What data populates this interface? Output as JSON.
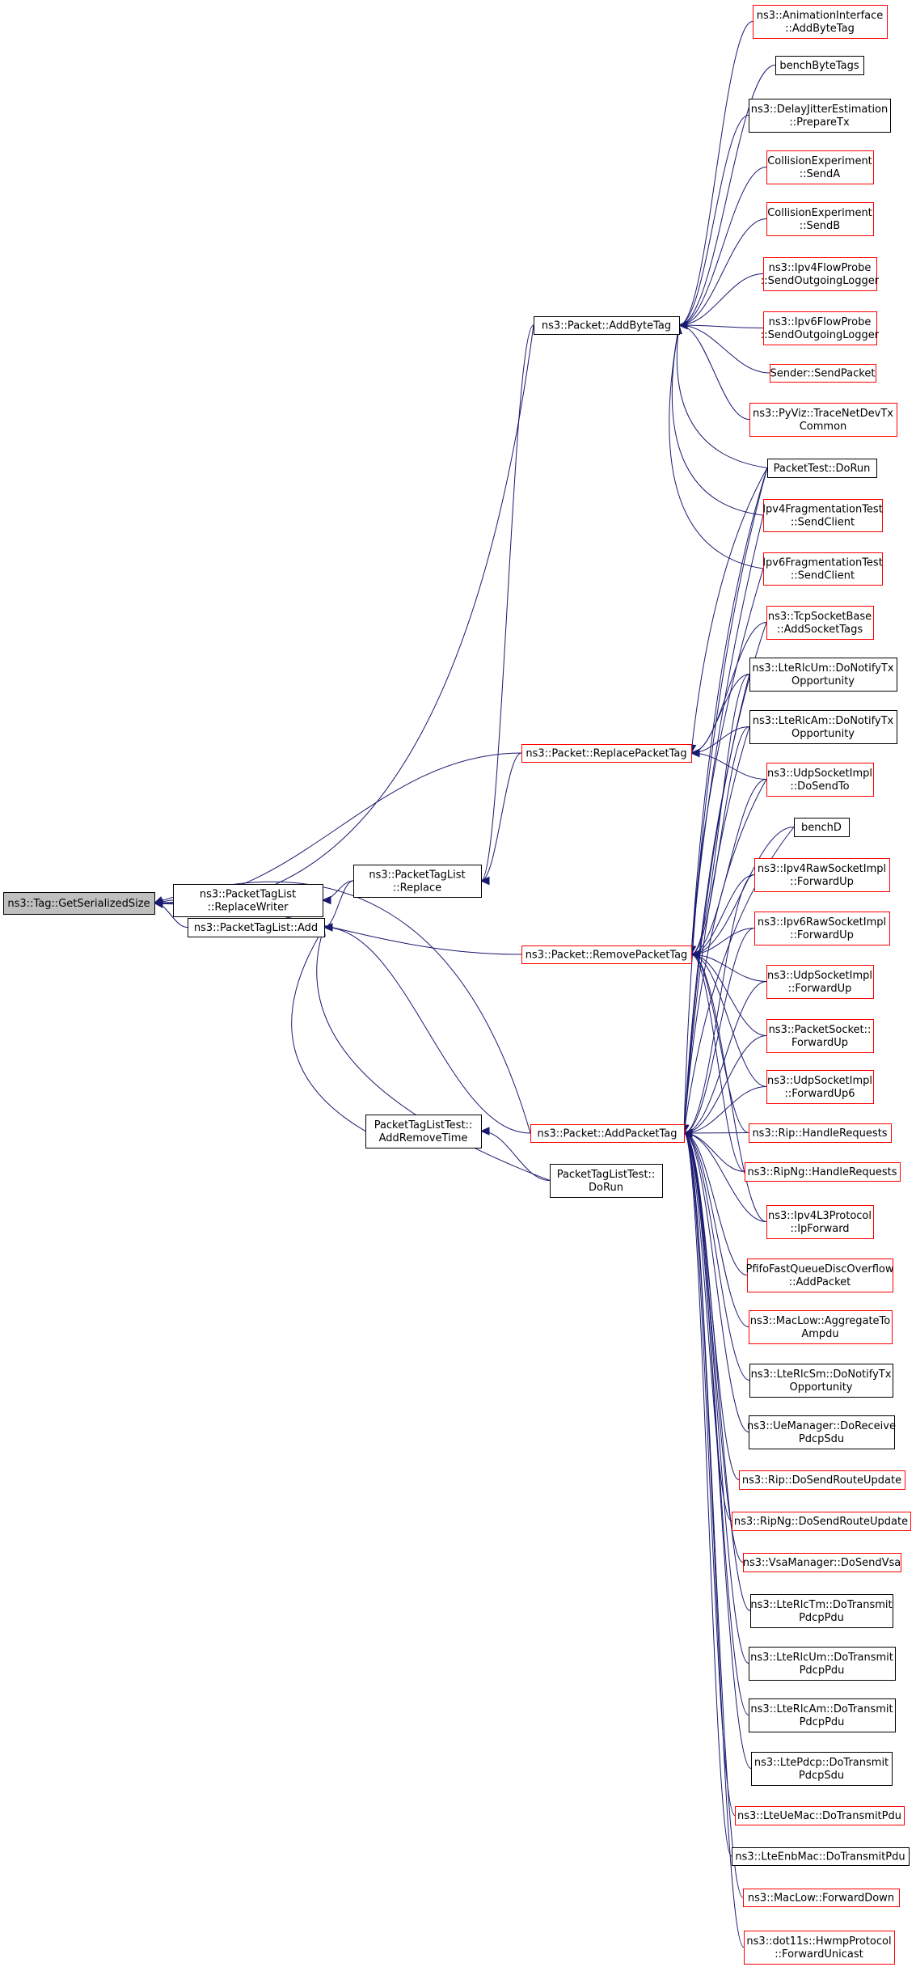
{
  "colors": {
    "edge": "#191970",
    "border_black": "#000000",
    "border_red": "#ff0000",
    "root_fill": "#bfbfbf",
    "node_fill": "#ffffff"
  },
  "nodes": [
    {
      "id": "n0",
      "lines": [
        "ns3::Tag::GetSerializedSize"
      ],
      "border": "black",
      "root": true
    },
    {
      "id": "n1",
      "lines": [
        "ns3::PacketTagList",
        "::ReplaceWriter"
      ],
      "border": "black"
    },
    {
      "id": "n2",
      "lines": [
        "ns3::PacketTagList::Add"
      ],
      "border": "black"
    },
    {
      "id": "n3",
      "lines": [
        "ns3::PacketTagList",
        "::Replace"
      ],
      "border": "black"
    },
    {
      "id": "n4",
      "lines": [
        "PacketTagListTest::",
        "AddRemoveTime"
      ],
      "border": "black"
    },
    {
      "id": "n5",
      "lines": [
        "PacketTagListTest::",
        "DoRun"
      ],
      "border": "black"
    },
    {
      "id": "n6",
      "lines": [
        "ns3::Packet::AddByteTag"
      ],
      "border": "black"
    },
    {
      "id": "n7",
      "lines": [
        "ns3::Packet::ReplacePacketTag"
      ],
      "border": "red"
    },
    {
      "id": "n8",
      "lines": [
        "ns3::Packet::RemovePacketTag"
      ],
      "border": "red"
    },
    {
      "id": "n9",
      "lines": [
        "ns3::Packet::AddPacketTag"
      ],
      "border": "red"
    },
    {
      "id": "t0",
      "lines": [
        "ns3::AnimationInterface",
        "::AddByteTag"
      ],
      "border": "red"
    },
    {
      "id": "t1",
      "lines": [
        "benchByteTags"
      ],
      "border": "black"
    },
    {
      "id": "t2",
      "lines": [
        "ns3::DelayJitterEstimation",
        "::PrepareTx"
      ],
      "border": "black"
    },
    {
      "id": "t3",
      "lines": [
        "CollisionExperiment",
        "::SendA"
      ],
      "border": "red"
    },
    {
      "id": "t4",
      "lines": [
        "CollisionExperiment",
        "::SendB"
      ],
      "border": "red"
    },
    {
      "id": "t5",
      "lines": [
        "ns3::Ipv4FlowProbe",
        "::SendOutgoingLogger"
      ],
      "border": "red"
    },
    {
      "id": "t6",
      "lines": [
        "ns3::Ipv6FlowProbe",
        "::SendOutgoingLogger"
      ],
      "border": "red"
    },
    {
      "id": "t7",
      "lines": [
        "Sender::SendPacket"
      ],
      "border": "red"
    },
    {
      "id": "t8",
      "lines": [
        "ns3::PyViz::TraceNetDevTx",
        "Common"
      ],
      "border": "red"
    },
    {
      "id": "t9",
      "lines": [
        "PacketTest::DoRun"
      ],
      "border": "black"
    },
    {
      "id": "t10",
      "lines": [
        "Ipv4FragmentationTest",
        "::SendClient"
      ],
      "border": "red"
    },
    {
      "id": "t11",
      "lines": [
        "Ipv6FragmentationTest",
        "::SendClient"
      ],
      "border": "red"
    },
    {
      "id": "t12",
      "lines": [
        "ns3::TcpSocketBase",
        "::AddSocketTags"
      ],
      "border": "red"
    },
    {
      "id": "t13",
      "lines": [
        "ns3::LteRlcUm::DoNotifyTx",
        "Opportunity"
      ],
      "border": "black"
    },
    {
      "id": "t14",
      "lines": [
        "ns3::LteRlcAm::DoNotifyTx",
        "Opportunity"
      ],
      "border": "black"
    },
    {
      "id": "t15",
      "lines": [
        "ns3::UdpSocketImpl",
        "::DoSendTo"
      ],
      "border": "red"
    },
    {
      "id": "t16",
      "lines": [
        "benchD"
      ],
      "border": "black"
    },
    {
      "id": "t17",
      "lines": [
        "ns3::Ipv4RawSocketImpl",
        "::ForwardUp"
      ],
      "border": "red"
    },
    {
      "id": "t18",
      "lines": [
        "ns3::Ipv6RawSocketImpl",
        "::ForwardUp"
      ],
      "border": "red"
    },
    {
      "id": "t19",
      "lines": [
        "ns3::UdpSocketImpl",
        "::ForwardUp"
      ],
      "border": "red"
    },
    {
      "id": "t20",
      "lines": [
        "ns3::PacketSocket::",
        "ForwardUp"
      ],
      "border": "red"
    },
    {
      "id": "t21",
      "lines": [
        "ns3::UdpSocketImpl",
        "::ForwardUp6"
      ],
      "border": "red"
    },
    {
      "id": "t22",
      "lines": [
        "ns3::Rip::HandleRequests"
      ],
      "border": "red"
    },
    {
      "id": "t23",
      "lines": [
        "ns3::RipNg::HandleRequests"
      ],
      "border": "red"
    },
    {
      "id": "t24",
      "lines": [
        "ns3::Ipv4L3Protocol",
        "::IpForward"
      ],
      "border": "red"
    },
    {
      "id": "t25",
      "lines": [
        "PfifoFastQueueDiscOverflow",
        "::AddPacket"
      ],
      "border": "red"
    },
    {
      "id": "t26",
      "lines": [
        "ns3::MacLow::AggregateTo",
        "Ampdu"
      ],
      "border": "red"
    },
    {
      "id": "t27",
      "lines": [
        "ns3::LteRlcSm::DoNotifyTx",
        "Opportunity"
      ],
      "border": "black"
    },
    {
      "id": "t28",
      "lines": [
        "ns3::UeManager::DoReceive",
        "PdcpSdu"
      ],
      "border": "black"
    },
    {
      "id": "t29",
      "lines": [
        "ns3::Rip::DoSendRouteUpdate"
      ],
      "border": "red"
    },
    {
      "id": "t30",
      "lines": [
        "ns3::RipNg::DoSendRouteUpdate"
      ],
      "border": "red"
    },
    {
      "id": "t31",
      "lines": [
        "ns3::VsaManager::DoSendVsa"
      ],
      "border": "red"
    },
    {
      "id": "t32",
      "lines": [
        "ns3::LteRlcTm::DoTransmit",
        "PdcpPdu"
      ],
      "border": "black"
    },
    {
      "id": "t33",
      "lines": [
        "ns3::LteRlcUm::DoTransmit",
        "PdcpPdu"
      ],
      "border": "black"
    },
    {
      "id": "t34",
      "lines": [
        "ns3::LteRlcAm::DoTransmit",
        "PdcpPdu"
      ],
      "border": "black"
    },
    {
      "id": "t35",
      "lines": [
        "ns3::LtePdcp::DoTransmit",
        "PdcpSdu"
      ],
      "border": "black"
    },
    {
      "id": "t36",
      "lines": [
        "ns3::LteUeMac::DoTransmitPdu"
      ],
      "border": "red"
    },
    {
      "id": "t37",
      "lines": [
        "ns3::LteEnbMac::DoTransmitPdu"
      ],
      "border": "black"
    },
    {
      "id": "t38",
      "lines": [
        "ns3::MacLow::ForwardDown"
      ],
      "border": "red"
    },
    {
      "id": "t39",
      "lines": [
        "ns3::dot11s::HwmpProtocol",
        "::ForwardUnicast"
      ],
      "border": "red"
    }
  ]
}
